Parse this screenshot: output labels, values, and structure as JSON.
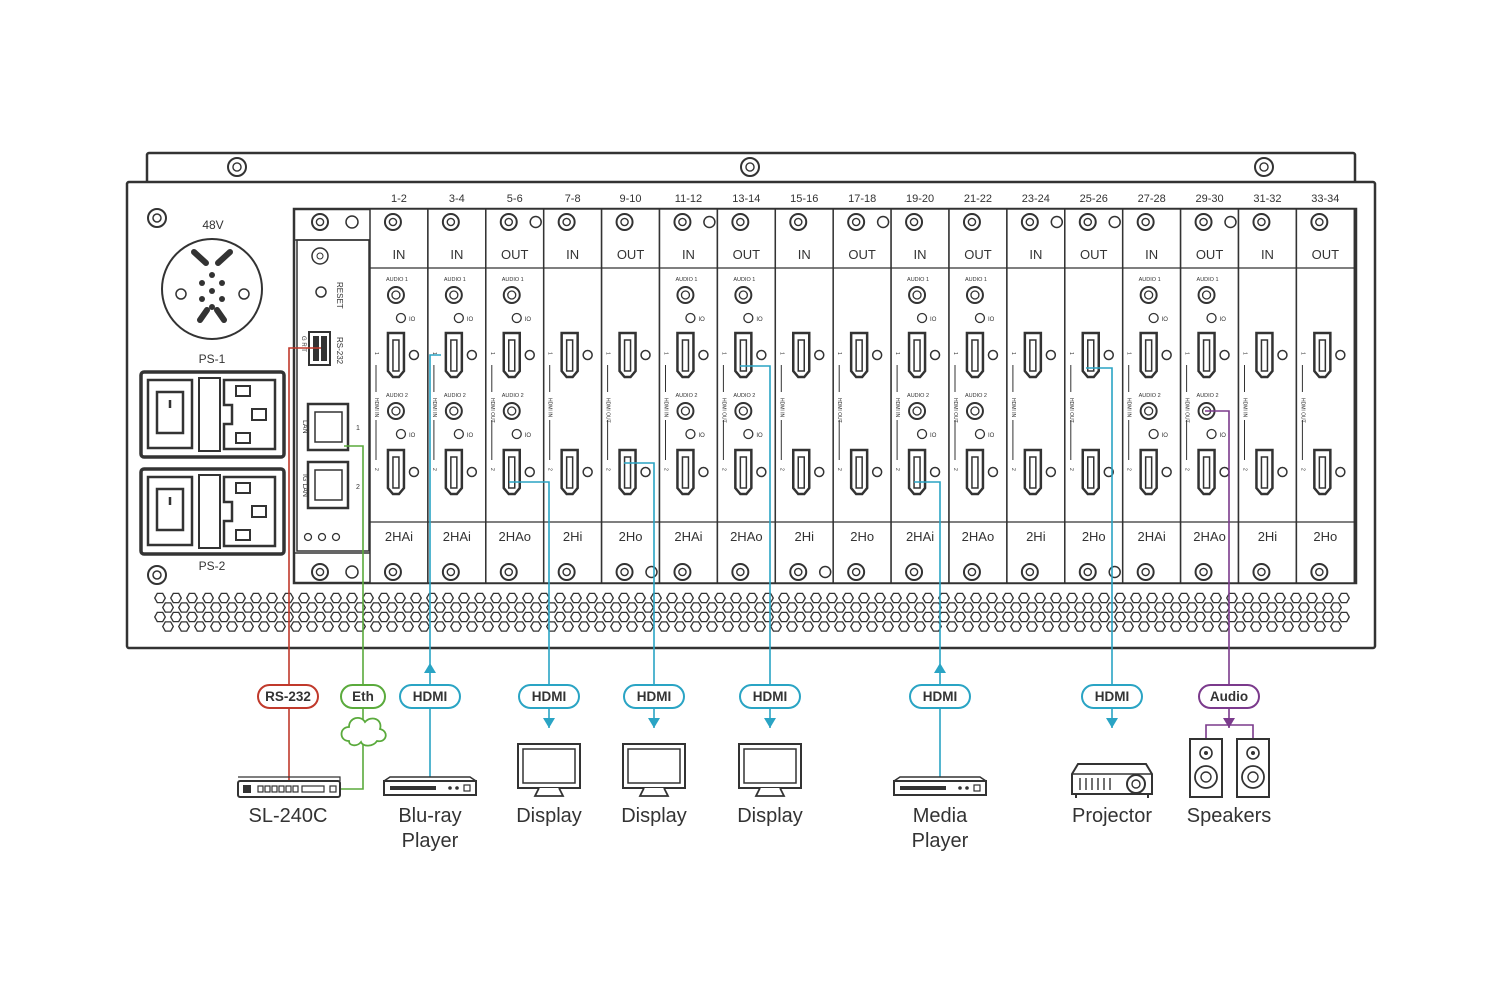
{
  "chassis": {
    "power_label": "48V",
    "ps1_label": "PS-1",
    "ps2_label": "PS-2",
    "reset_label": "RESET",
    "rs232_label": "RS-232",
    "rs232_pins": "G R T",
    "lan_label": "LAN",
    "lan_port1": "1",
    "iglan_label": "IG LAN",
    "lan_port2": "2"
  },
  "slots": [
    {
      "ports": "1-2",
      "dir": "IN",
      "card": "2HAi",
      "hdmi_label": "HDMI IN",
      "audio": true
    },
    {
      "ports": "3-4",
      "dir": "IN",
      "card": "2HAi",
      "hdmi_label": "HDMI IN",
      "audio": true
    },
    {
      "ports": "5-6",
      "dir": "OUT",
      "card": "2HAo",
      "hdmi_label": "HDMI OUT",
      "audio": true
    },
    {
      "ports": "7-8",
      "dir": "IN",
      "card": "2Hi",
      "hdmi_label": "HDMI IN",
      "audio": false
    },
    {
      "ports": "9-10",
      "dir": "OUT",
      "card": "2Ho",
      "hdmi_label": "HDMI OUT",
      "audio": false
    },
    {
      "ports": "11-12",
      "dir": "IN",
      "card": "2HAi",
      "hdmi_label": "HDMI IN",
      "audio": true
    },
    {
      "ports": "13-14",
      "dir": "OUT",
      "card": "2HAo",
      "hdmi_label": "HDMI OUT",
      "audio": true
    },
    {
      "ports": "15-16",
      "dir": "IN",
      "card": "2Hi",
      "hdmi_label": "HDMI IN",
      "audio": false
    },
    {
      "ports": "17-18",
      "dir": "OUT",
      "card": "2Ho",
      "hdmi_label": "HDMI OUT",
      "audio": false
    },
    {
      "ports": "19-20",
      "dir": "IN",
      "card": "2HAi",
      "hdmi_label": "HDMI IN",
      "audio": true
    },
    {
      "ports": "21-22",
      "dir": "OUT",
      "card": "2HAo",
      "hdmi_label": "HDMI OUT",
      "audio": true
    },
    {
      "ports": "23-24",
      "dir": "IN",
      "card": "2Hi",
      "hdmi_label": "HDMI IN",
      "audio": false
    },
    {
      "ports": "25-26",
      "dir": "OUT",
      "card": "2Ho",
      "hdmi_label": "HDMI OUT",
      "audio": false
    },
    {
      "ports": "27-28",
      "dir": "IN",
      "card": "2HAi",
      "hdmi_label": "HDMI IN",
      "audio": true
    },
    {
      "ports": "29-30",
      "dir": "OUT",
      "card": "2HAo",
      "hdmi_label": "HDMI OUT",
      "audio": true
    },
    {
      "ports": "31-32",
      "dir": "IN",
      "card": "2Hi",
      "hdmi_label": "HDMI IN",
      "audio": false
    },
    {
      "ports": "33-34",
      "dir": "OUT",
      "card": "2Ho",
      "hdmi_label": "HDMI OUT",
      "audio": false
    }
  ],
  "card_text": {
    "audio1": "AUDIO 1",
    "audio2": "AUDIO 2",
    "io": "IO",
    "port1": "1",
    "port2": "2"
  },
  "connections": [
    {
      "label": "RS-232",
      "color": "#c0392b",
      "device": "SL-240C",
      "icon": "controller-icon",
      "direction": "none"
    },
    {
      "label": "Eth",
      "color": "#5aaa3c",
      "device": "",
      "icon": "cloud-icon",
      "direction": "none"
    },
    {
      "label": "HDMI",
      "color": "#2aa4c4",
      "device": "Blu-ray\nPlayer",
      "icon": "bluray-player-icon",
      "direction": "up"
    },
    {
      "label": "HDMI",
      "color": "#2aa4c4",
      "device": "Display",
      "icon": "display-icon",
      "direction": "down"
    },
    {
      "label": "HDMI",
      "color": "#2aa4c4",
      "device": "Display",
      "icon": "display-icon",
      "direction": "down"
    },
    {
      "label": "HDMI",
      "color": "#2aa4c4",
      "device": "Display",
      "icon": "display-icon",
      "direction": "down"
    },
    {
      "label": "HDMI",
      "color": "#2aa4c4",
      "device": "Media\nPlayer",
      "icon": "media-player-icon",
      "direction": "up"
    },
    {
      "label": "HDMI",
      "color": "#2aa4c4",
      "device": "Projector",
      "icon": "projector-icon",
      "direction": "down"
    },
    {
      "label": "Audio",
      "color": "#7b3a8c",
      "device": "Speakers",
      "icon": "speakers-icon",
      "direction": "down"
    }
  ],
  "colors": {
    "outline": "#333333",
    "rs232": "#c0392b",
    "ethernet": "#5aaa3c",
    "hdmi": "#2aa4c4",
    "audio": "#7b3a8c"
  }
}
